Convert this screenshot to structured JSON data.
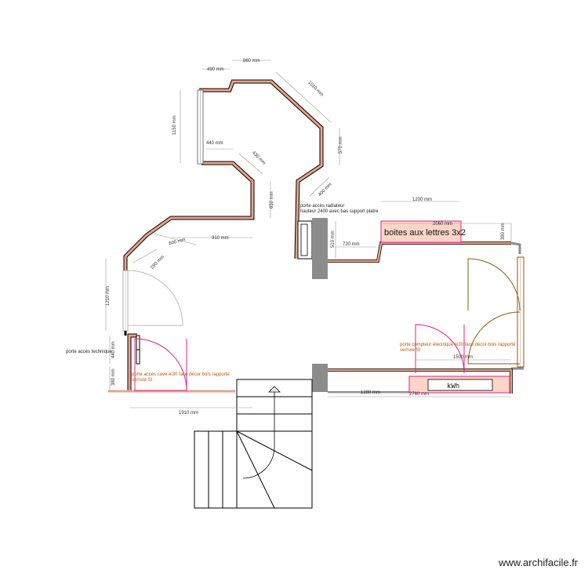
{
  "plan": {
    "dimensions": {
      "d490": "490 mm",
      "d860": "860 mm",
      "d1010": "1010 mm",
      "d1150": "1150 mm",
      "d440_top": "440 mm",
      "d570": "570 mm",
      "d430": "430 mm",
      "d400": "400 mm",
      "d650": "650 mm",
      "d1200": "1200 mm",
      "d2060": "2060 mm",
      "d390_right": "390 mm",
      "d510": "510 mm",
      "d720": "720 mm",
      "d910": "910 mm",
      "d600": "600 mm",
      "d590": "590 mm",
      "d1210": "1210 mm",
      "d440_left": "440 mm",
      "d380": "380 mm",
      "d1910": "1910 mm",
      "d1280": "1280 mm",
      "d2780": "2780 mm",
      "d1500": "1500 mm"
    },
    "labels": {
      "radiator_line1": "porte accès radiateur",
      "radiator_line2": "hauteur 2400 avec bas support platre",
      "mailbox": "boites aux lettres 3x2",
      "technical_door": "porte accès technique",
      "cellar_line1": "porte accès cave ei30 face décor bois rapporté",
      "cellar_line2": "serrure SI",
      "meter_line1": "porte compteur électrique ei30 face décor bois rapporté",
      "meter_line2": "serrure SI",
      "kwh_box": "kWh"
    },
    "watermark": "www.archifacile.fr"
  },
  "colors": {
    "wall_fill": "#e8a48a",
    "wall_stroke": "#000000",
    "door_pink": "#e0208a",
    "door_brown": "#8b5a14",
    "grey_wall": "#8c8c8c",
    "mailbox_fill": "#fbd6c6"
  }
}
